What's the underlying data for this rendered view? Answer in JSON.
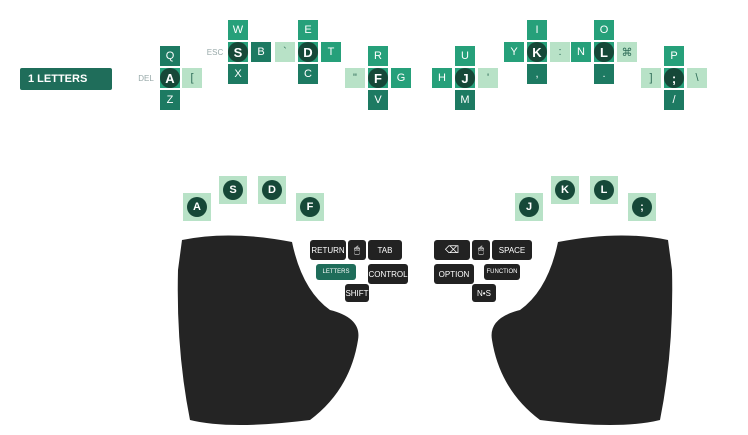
{
  "layer_label": "1 LETTERS",
  "clusters": {
    "a": {
      "center": "A",
      "top": "Q",
      "bottom": "Z",
      "left": "DEL",
      "right": "["
    },
    "s": {
      "center": "S",
      "top": "W",
      "bottom": "X",
      "left": "ESC",
      "right": "B"
    },
    "d": {
      "center": "D",
      "top": "E",
      "bottom": "C",
      "left": "`",
      "right": "T"
    },
    "f": {
      "center": "F",
      "top": "R",
      "bottom": "V",
      "left": "\"",
      "right": "G"
    },
    "j": {
      "center": "J",
      "top": "U",
      "bottom": "M",
      "left": "H",
      "right": "'"
    },
    "k": {
      "center": "K",
      "top": "I",
      "bottom": ",",
      "left": "Y",
      "right": ":"
    },
    "l": {
      "center": "L",
      "top": "O",
      "bottom": ".",
      "left": "N",
      "right": "⌘"
    },
    "semi": {
      "center": ";",
      "top": "P",
      "bottom": "/",
      "left": "]",
      "right": "\\"
    }
  },
  "home_left": [
    "A",
    "S",
    "D",
    "F"
  ],
  "home_right": [
    "J",
    "K",
    "L",
    ";"
  ],
  "thumb_left": {
    "return": "RETURN",
    "tab": "TAB",
    "letters": "LETTERS",
    "control": "CONTROL",
    "shift": "SHIFT"
  },
  "thumb_right": {
    "space": "SPACE",
    "option": "OPTION",
    "function": "FUNCTION",
    "ns": "N•S"
  }
}
